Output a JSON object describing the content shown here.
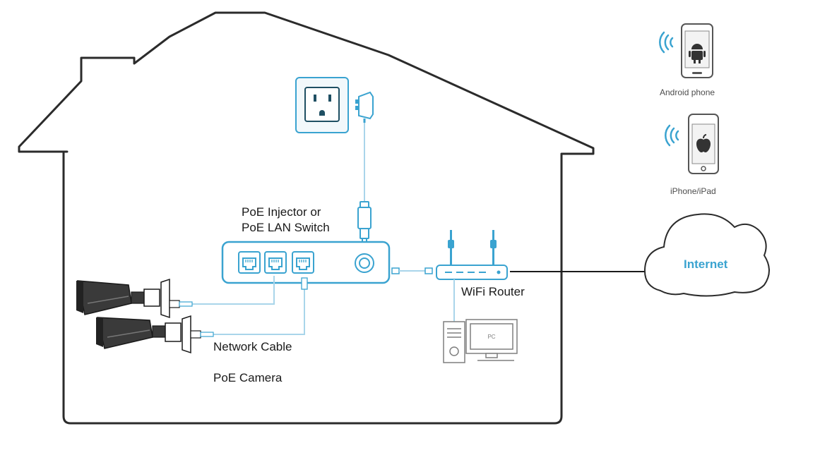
{
  "labels": {
    "injector_line1": "PoE Injector or",
    "injector_line2": "PoE LAN Switch",
    "router": "WiFi Router",
    "network_cable": "Network Cable",
    "poe_camera": "PoE Camera",
    "android_phone": "Android phone",
    "iphone_ipad": "iPhone/iPad",
    "internet": "Internet",
    "pc": "PC"
  },
  "icons": [
    "house-outline",
    "wall-outlet-icon",
    "power-adapter-icon",
    "poe-switch-icon",
    "router-icon",
    "pc-icon",
    "bullet-camera-icon",
    "android-phone-icon",
    "iphone-icon",
    "wifi-signal-icon",
    "cloud-icon"
  ],
  "colors": {
    "accent": "#3aa3d0",
    "cable": "#a9d5ea",
    "outline": "#2b2b2b",
    "device_gray": "#7f7f7f"
  }
}
